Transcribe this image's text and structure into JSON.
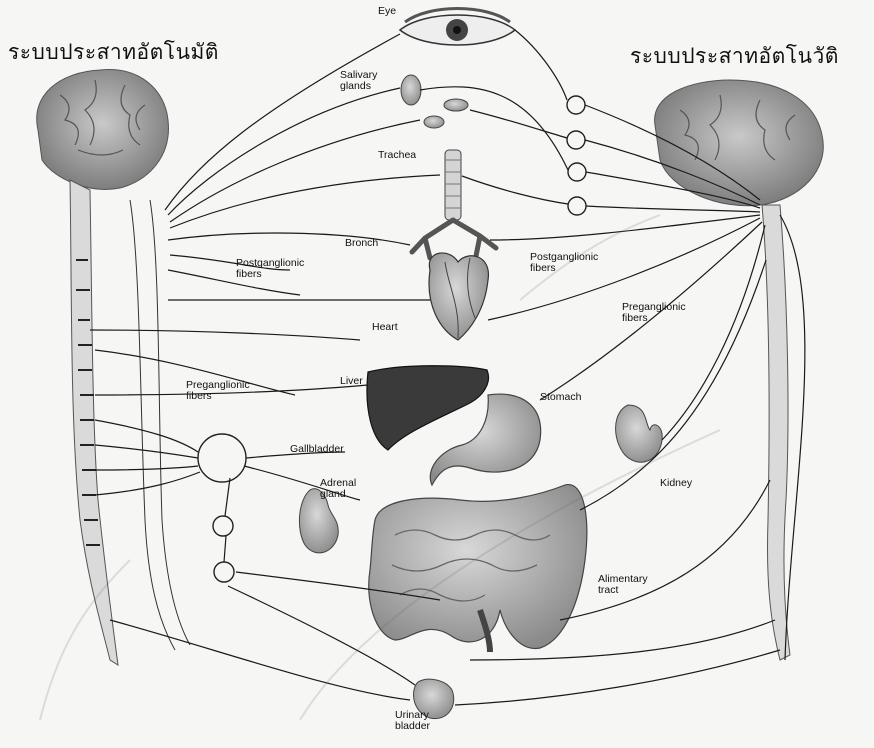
{
  "titles": {
    "somatic": "ระบบประสาทอัตโนมัติ",
    "autonomic": "ระบบประสาทอัตโนวัติ"
  },
  "labels": {
    "eye": "Eye",
    "salivary_glands": "Salivary\nglands",
    "trachea": "Trachea",
    "bronch": "Bronch",
    "heart": "Heart",
    "liver": "Liver",
    "gallbladder": "Gallbladder",
    "adrenal_gland": "Adrenal\ngland",
    "stomach": "Stomach",
    "kidney": "Kidney",
    "alimentary_tract": "Alimentary\ntract",
    "urinary_bladder": "Urinary\nbladder",
    "postganglionic_fibers_left": "Postganglionic\nfibers",
    "preganglionic_fibers_left": "Preganglionic\nfibers",
    "postganglionic_fibers_right": "Postganglionic\nfibers",
    "preganglionic_fibers_right": "Preganglionic\nfibers"
  },
  "colors": {
    "line": "#1a1a1a",
    "brain": "#9c9c9c",
    "liver": "#3c3c3c",
    "organ": "#b0b0b0",
    "spine": "#d9d9d9"
  }
}
